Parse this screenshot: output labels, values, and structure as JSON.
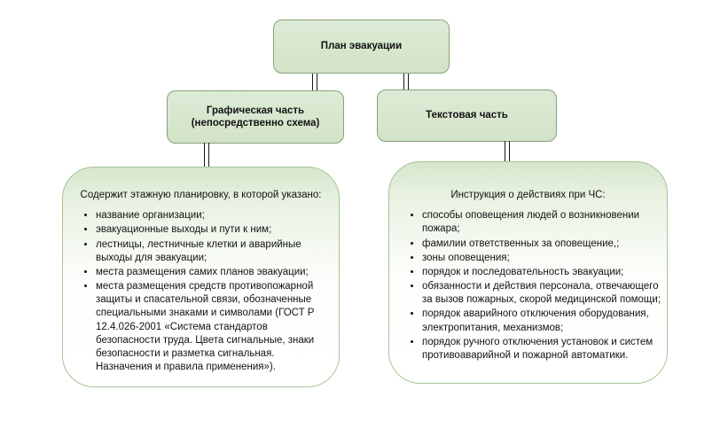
{
  "diagram": {
    "root": {
      "label": "План эвакуации"
    },
    "branches": {
      "graphic": {
        "label": "Графическая часть (непосредственно схема)"
      },
      "text": {
        "label": "Текстовая часть"
      }
    },
    "graphic_panel": {
      "header": "Содержит этажную планировку, в которой указано:",
      "items": [
        "название организации;",
        "эвакуационные выходы и пути к ним;",
        "лестницы, лестничные клетки и аварийные выходы для эвакуации;",
        "места размещения самих планов эвакуации;",
        "места размещения средств противопожарной защиты и спасательной связи, обозначенные специальными знаками и символами (ГОСТ Р 12.4.026-2001 «Система стандартов безопасности труда. Цвета сигнальные, знаки безопасности и разметка сигнальная. Назначения и правила применения»)."
      ]
    },
    "text_panel": {
      "header": "Инструкция о действиях при ЧС:",
      "items": [
        "способы оповещения людей о возникновении пожара;",
        "фамилии ответственных за оповещение,;",
        "зоны оповещения;",
        "порядок и последовательность эвакуации;",
        "обязанности и действия персонала, отвечающего за вызов пожарных, скорой медицинской помощи;",
        "порядок аварийного отключения оборудования, электропитания, механизмов;",
        "порядок ручного отключения установок и систем противоаварийной и пожарной автоматики."
      ]
    },
    "colors": {
      "node_fill": "#d7e6cd",
      "node_border": "#87a27c",
      "panel_border": "#a7c598",
      "panel_fill_top": "#d6e6cb",
      "connector": "#1a1a1a",
      "background": "#ffffff"
    }
  }
}
